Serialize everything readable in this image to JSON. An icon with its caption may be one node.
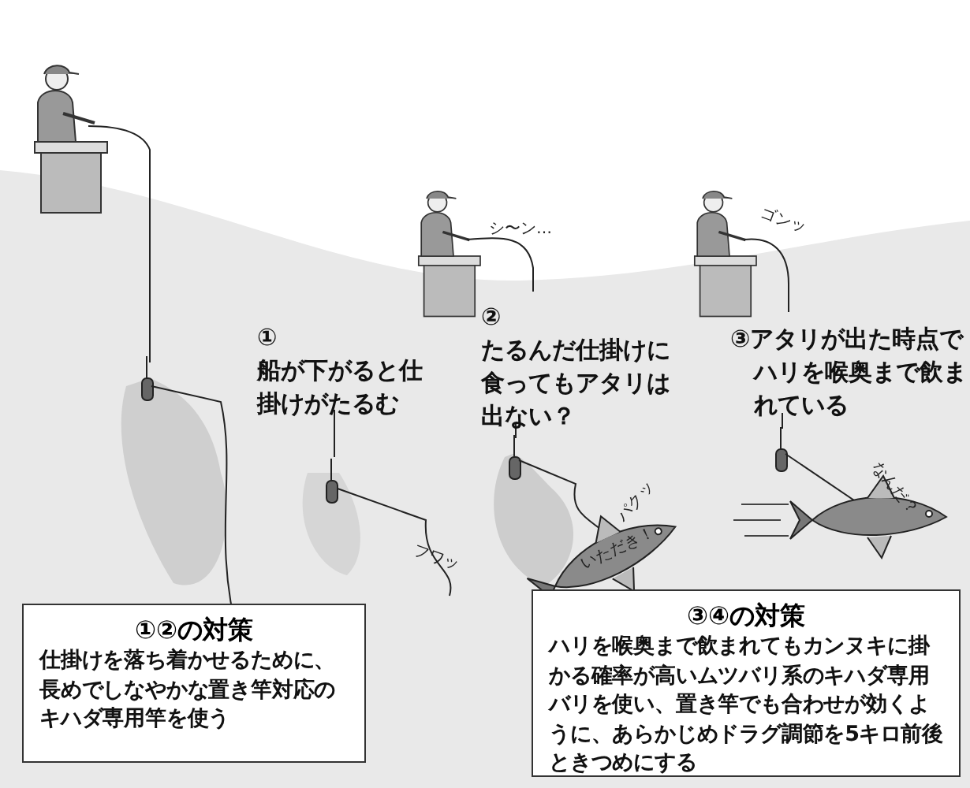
{
  "diagram": {
    "nodes": [
      {
        "text": [
          "①②の対策",
          "仕掛けを落ち着かせるために、長めでしなやかな置き竿対応のキハダ専用竿を使う"
        ]
      },
      {
        "text": [
          "③④の対策",
          "ハリを喉奥まで飲まれてもカンヌキに掛かる確率が高いムツバリ系のキハダ専用バリを使い、置き竿でも合わせが効くように、あらかじめドラグ調節を5キロ前後ときつめにする"
        ]
      }
    ],
    "labels": [
      "シ〜ン…",
      "ゴンッ",
      "①",
      "船が下がると仕掛けがたるむ",
      "②",
      "たるんだ仕掛けに食ってもアタリは出ない？",
      "③アタリが出た時点でハリを喉奥まで飲まれている",
      "パクッ",
      "フワッ",
      "なんだ？",
      "いただき！"
    ]
  }
}
